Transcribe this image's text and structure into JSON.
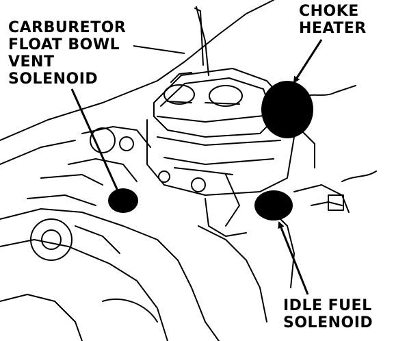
{
  "figure": {
    "style": "black-and-white line drawing of a carburetor installed on an engine, with callouts",
    "colors": {
      "ink": "#000000",
      "paper": "#ffffff"
    }
  },
  "callouts": {
    "vent_solenoid": {
      "lines": [
        "CARBURETOR",
        "FLOAT BOWL",
        "VENT",
        "SOLENOID"
      ]
    },
    "choke_heater": {
      "lines": [
        "CHOKE",
        "HEATER"
      ]
    },
    "idle_fuel_solenoid": {
      "lines": [
        "IDLE FUEL",
        "SOLENOID"
      ]
    }
  }
}
